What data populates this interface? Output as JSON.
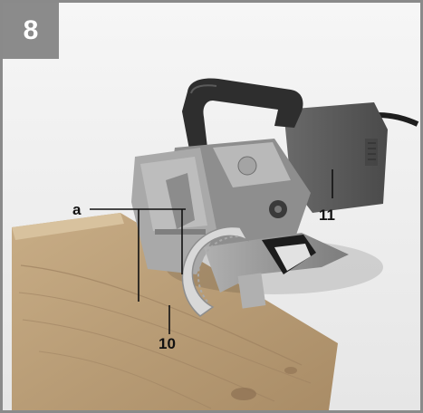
{
  "figure": {
    "number": "8",
    "callouts": {
      "a": "a",
      "num_10": "10",
      "num_11": "11"
    }
  },
  "colors": {
    "frame": "#8a8a8a",
    "badge_bg": "#8b8b8b",
    "badge_text": "#ffffff",
    "wood": "#b69a74",
    "tool_body": "#5a5a5a",
    "tool_handle": "#2e2e2e",
    "baseplate": "#9a9a9a",
    "blade": "#cfcfcf"
  }
}
